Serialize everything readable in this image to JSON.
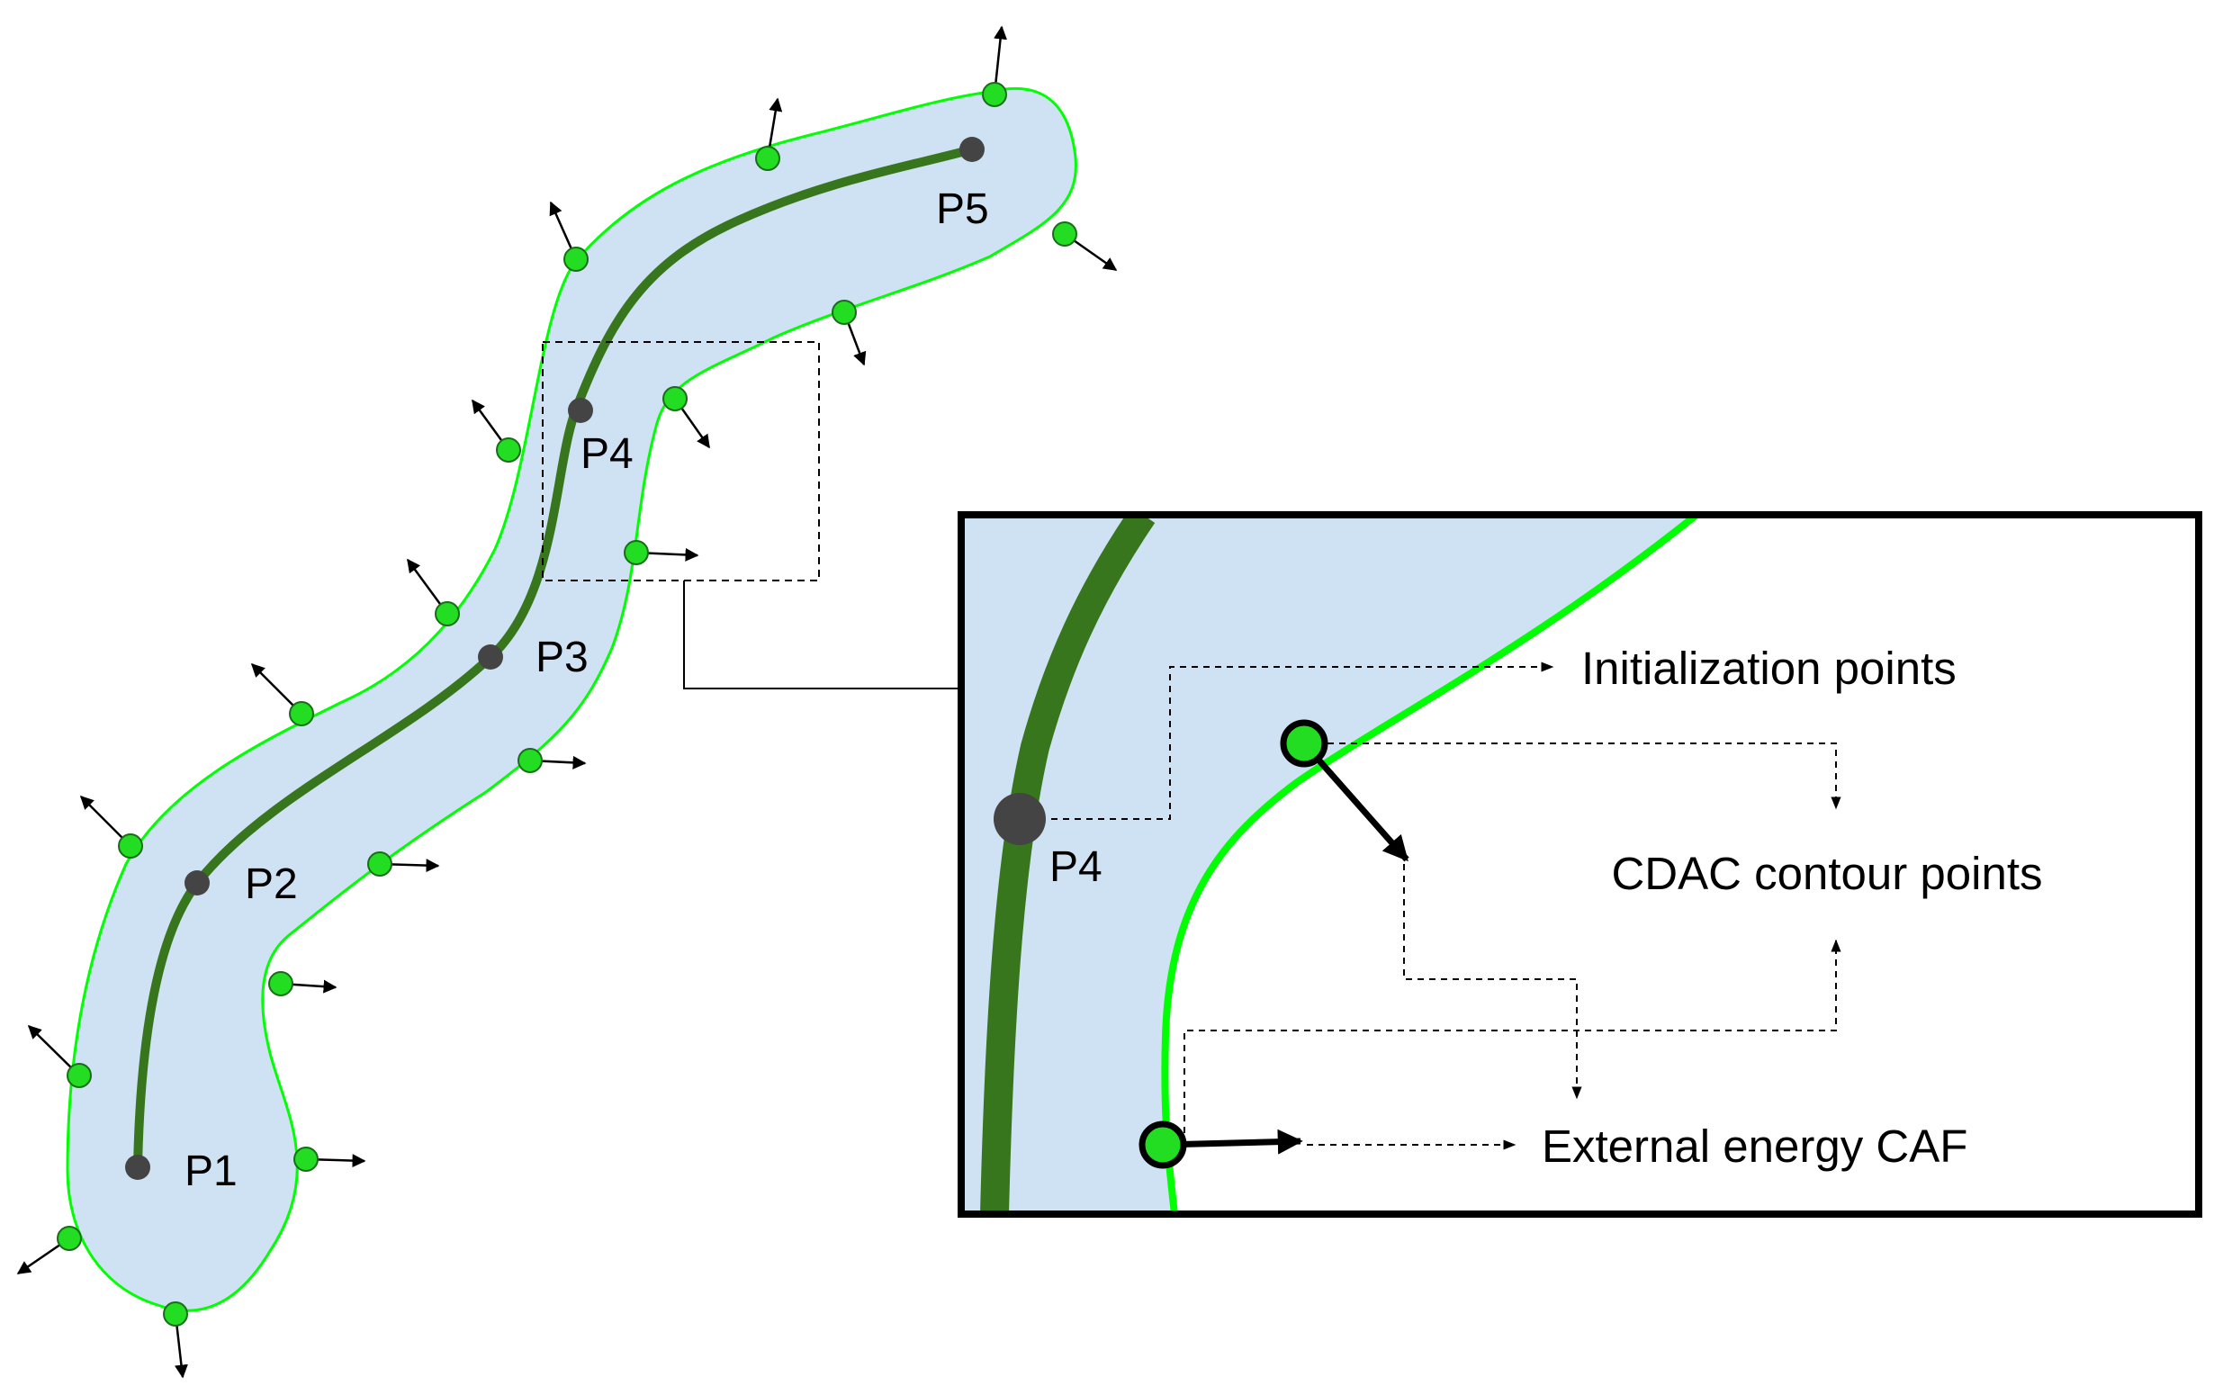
{
  "main_view": {
    "centerline_points": [
      {
        "label": "P1"
      },
      {
        "label": "P2"
      },
      {
        "label": "P3"
      },
      {
        "label": "P4"
      },
      {
        "label": "P5"
      }
    ]
  },
  "zoom_inset": {
    "centerline_point_label": "P4",
    "legend": {
      "initialization_points": "Initialization points",
      "cdac_contour_points": "CDAC contour points",
      "external_energy": "External energy CAF"
    }
  },
  "colors": {
    "region_fill": "#cfe2f3",
    "contour_line": "#00ff00",
    "contour_point": "#22dd22",
    "centerline": "#38761d",
    "centerline_point": "#444444",
    "arrow": "#000000"
  }
}
